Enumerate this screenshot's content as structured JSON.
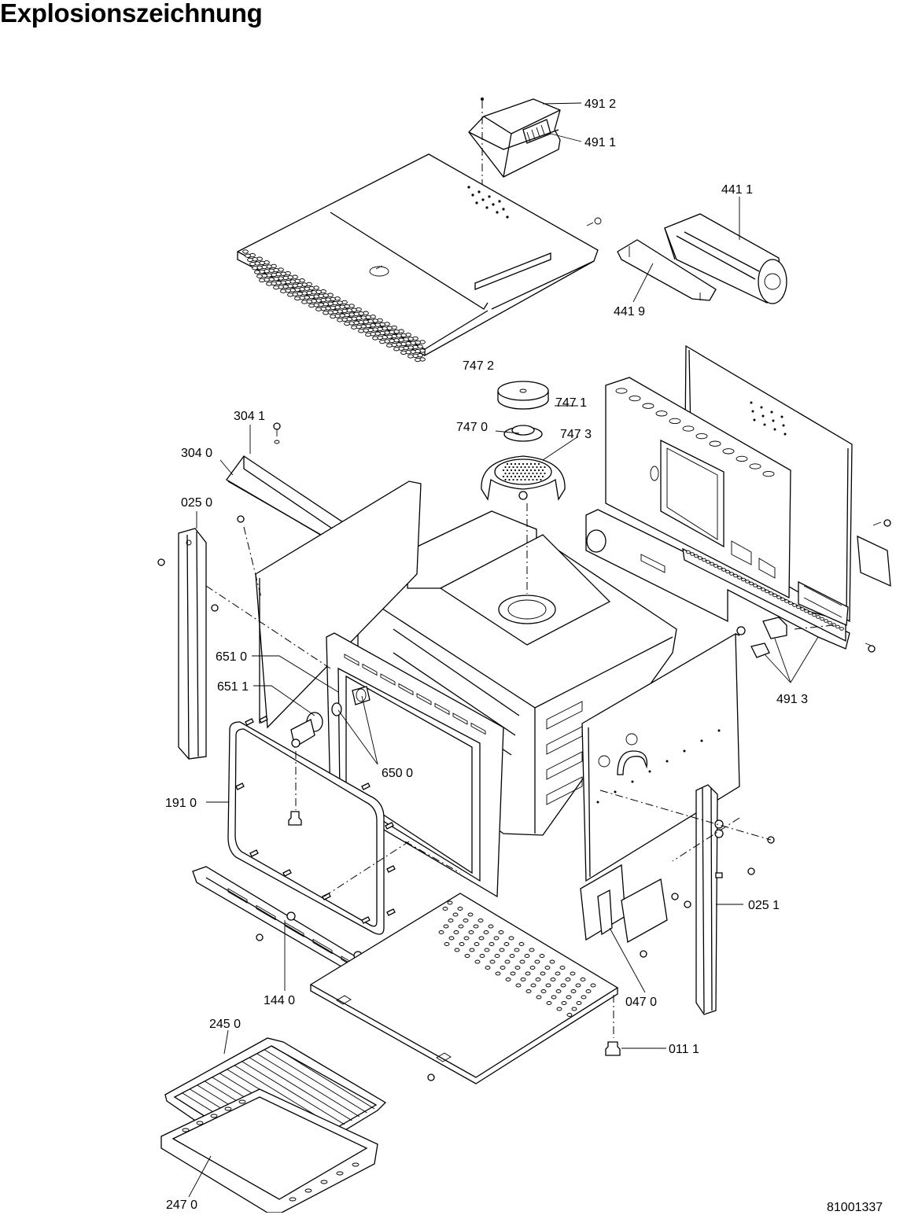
{
  "title": "Explosionszeichnung",
  "document_number": "81001337",
  "parts": [
    {
      "id": "p4912",
      "label": "491 2"
    },
    {
      "id": "p4911",
      "label": "491 1"
    },
    {
      "id": "p4411",
      "label": "441 1"
    },
    {
      "id": "p4419",
      "label": "441 9"
    },
    {
      "id": "p7472",
      "label": "747 2"
    },
    {
      "id": "p7471",
      "label": "747 1"
    },
    {
      "id": "p7470",
      "label": "747 0"
    },
    {
      "id": "p7473",
      "label": "747 3"
    },
    {
      "id": "p3041",
      "label": "304 1"
    },
    {
      "id": "p3040",
      "label": "304 0"
    },
    {
      "id": "p0250",
      "label": "025 0"
    },
    {
      "id": "p6510",
      "label": "651 0"
    },
    {
      "id": "p6511",
      "label": "651 1"
    },
    {
      "id": "p6500",
      "label": "650 0"
    },
    {
      "id": "p4913",
      "label": "491 3"
    },
    {
      "id": "p1910",
      "label": "191 0"
    },
    {
      "id": "p0251",
      "label": "025 1"
    },
    {
      "id": "p1440",
      "label": "144 0"
    },
    {
      "id": "p0470",
      "label": "047 0"
    },
    {
      "id": "p0111",
      "label": "011 1"
    },
    {
      "id": "p2450",
      "label": "245 0"
    },
    {
      "id": "p2470",
      "label": "247 0"
    }
  ]
}
